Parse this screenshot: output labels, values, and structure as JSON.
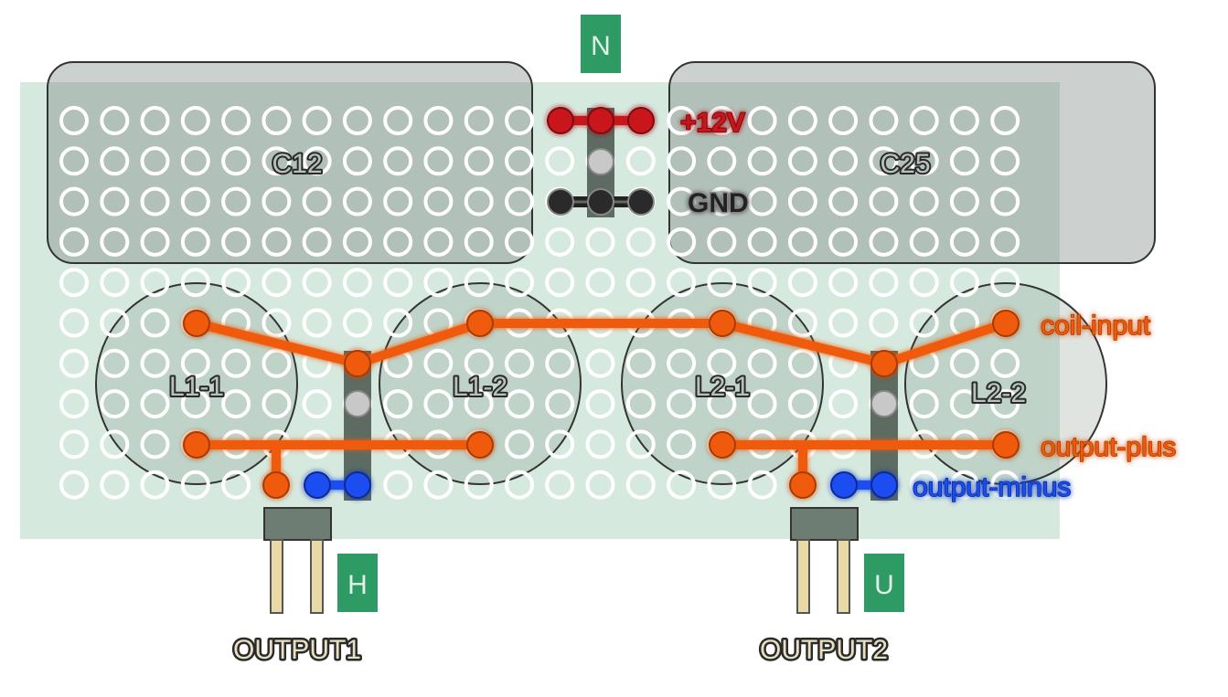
{
  "tags": {
    "top": "N",
    "output1": "H",
    "output2": "U"
  },
  "components": {
    "c12": "C12",
    "c25": "C25",
    "l1_1": "L1-1",
    "l1_2": "L1-2",
    "l2_1": "L2-1",
    "l2_2": "L2-2"
  },
  "labels": {
    "plus12v": "+12V",
    "gnd": "GND",
    "coil_input": "coil-input",
    "output_plus": "output-plus",
    "output_minus": "output-minus",
    "output1": "OUTPUT1",
    "output2": "OUTPUT2"
  },
  "colors": {
    "board": "#d6e9df",
    "tag": "#2e9a64",
    "wire_orange": "#f05a0a",
    "wire_red": "#c8121e",
    "wire_black": "#222222",
    "wire_blue": "#1a4ef0",
    "text_outline": "#222222"
  }
}
